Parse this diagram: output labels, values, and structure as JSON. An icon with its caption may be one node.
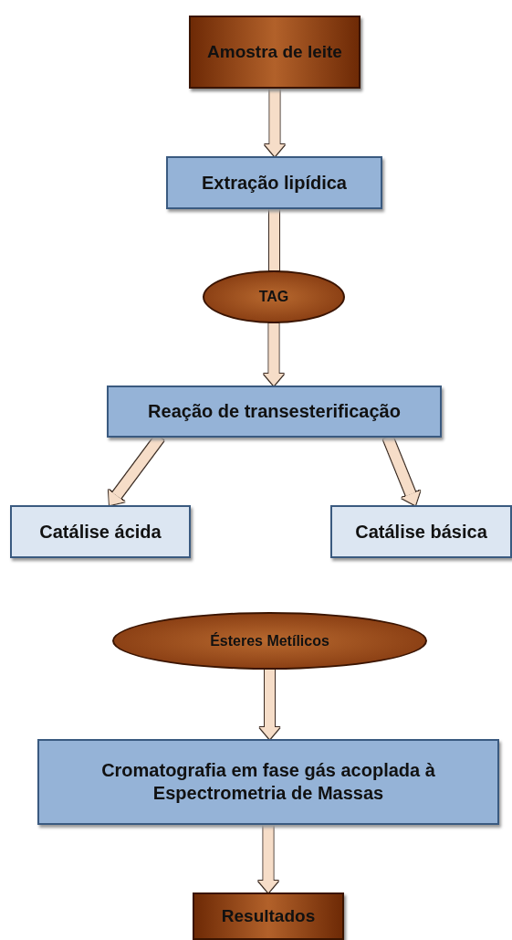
{
  "diagram": {
    "nodes": [
      {
        "text": [
          "Amostra de leite"
        ]
      },
      {
        "text": [
          "Extração lipídica"
        ]
      },
      {
        "text": [
          "TAG"
        ]
      },
      {
        "text": [
          "Reação de transesterificação"
        ]
      },
      {
        "text": [
          "Catálise ácida"
        ]
      },
      {
        "text": [
          "Catálise básica"
        ]
      },
      {
        "text": [
          "Ésteres Metílicos"
        ]
      },
      {
        "text": [
          "Cromatografia em fase gás acoplada à Espectrometria de Massas"
        ]
      },
      {
        "text": [
          "Resultados"
        ]
      }
    ],
    "edges": [
      {
        "from": 0,
        "to": 1,
        "arrow": "to"
      },
      {
        "from": 1,
        "to": 2,
        "arrow": "none"
      },
      {
        "from": 2,
        "to": 3,
        "arrow": "to"
      },
      {
        "from": 3,
        "to": 4,
        "arrow": "to"
      },
      {
        "from": 3,
        "to": 5,
        "arrow": "to"
      },
      {
        "from": 6,
        "to": 7,
        "arrow": "to"
      },
      {
        "from": 7,
        "to": 8,
        "arrow": "to"
      }
    ]
  }
}
